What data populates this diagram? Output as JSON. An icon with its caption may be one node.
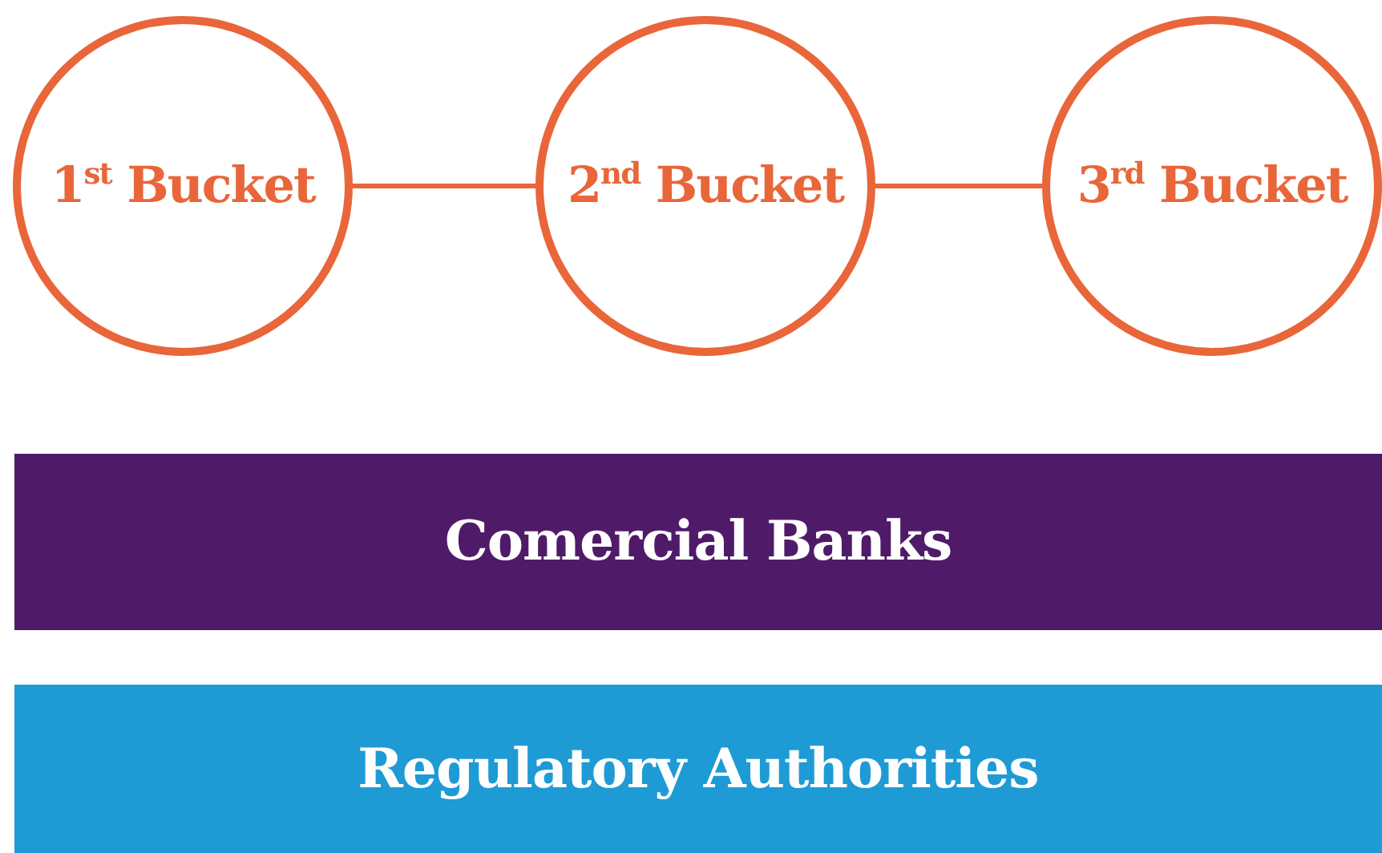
{
  "diagram": {
    "nodes": [
      {
        "text": [
          "1$^{st}$ Bucket"
        ]
      },
      {
        "text": [
          "2$^{nd}$ Bucket"
        ]
      },
      {
        "text": [
          "3$^{rd}$ Bucket"
        ]
      },
      {
        "text": [
          "Comercial Banks"
        ]
      },
      {
        "text": [
          "Regulatory Authorities"
        ]
      }
    ],
    "edges": [
      {
        "from": 0,
        "to": 1,
        "arrow": "none"
      },
      {
        "from": 1,
        "to": 2,
        "arrow": "none"
      }
    ]
  }
}
